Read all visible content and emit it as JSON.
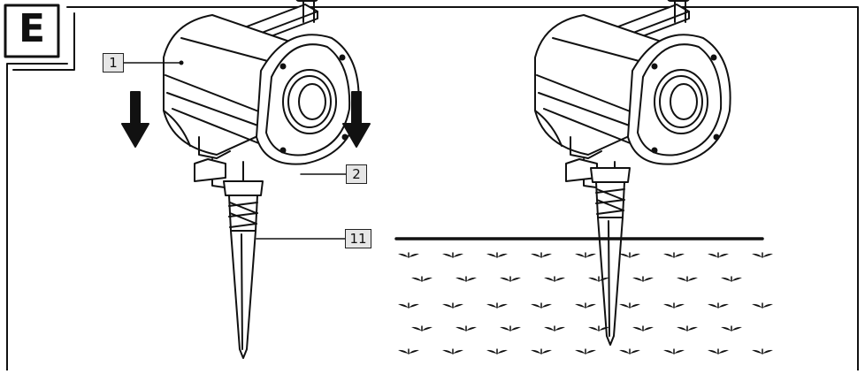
{
  "section": {
    "letter": "E"
  },
  "callouts": [
    {
      "id": "1",
      "label": "1"
    },
    {
      "id": "2",
      "label": "2"
    },
    {
      "id": "11",
      "label": "11"
    }
  ],
  "icons": [
    "down-arrow-icon",
    "projector-lamp-icon",
    "ground-stake-icon",
    "grass-tuft-icon"
  ],
  "colors": {
    "line": "#111111",
    "callout_fill": "#e6e6e6",
    "background": "#ffffff"
  }
}
